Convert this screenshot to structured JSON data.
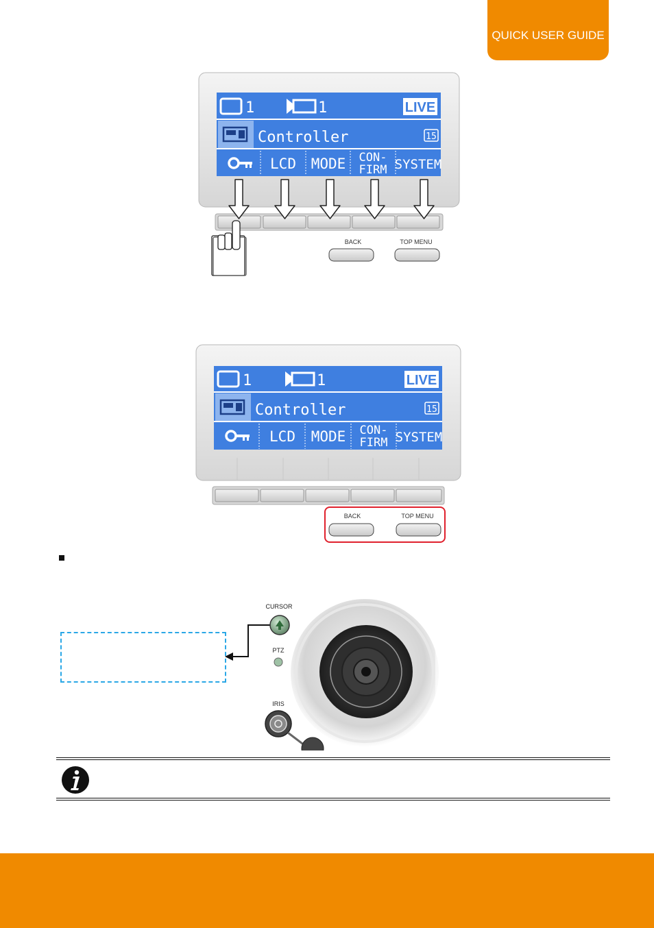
{
  "header": {
    "label": "QUICK USER GUIDE"
  },
  "lcd": {
    "monitor_num": "1",
    "camera_num": "1",
    "live_label": "LIVE",
    "title": "Controller",
    "badge": "15",
    "softkeys": [
      "LCD",
      "MODE",
      "CON-",
      "FIRM",
      "SYSTEM"
    ]
  },
  "keys": {
    "back": "BACK",
    "top_menu": "TOP MENU"
  },
  "joystick": {
    "cursor": "CURSOR",
    "ptz": "PTZ",
    "iris": "IRIS"
  },
  "colors": {
    "accent": "#f08a00",
    "lcd_blue": "#3f7fe0",
    "highlight": "#e0202c",
    "callout": "#2aa7e6"
  },
  "icons": [
    "monitor-icon",
    "camera-icon",
    "controller-icon",
    "key-icon",
    "info-icon",
    "hand-pointer-icon",
    "down-arrow-icon"
  ]
}
